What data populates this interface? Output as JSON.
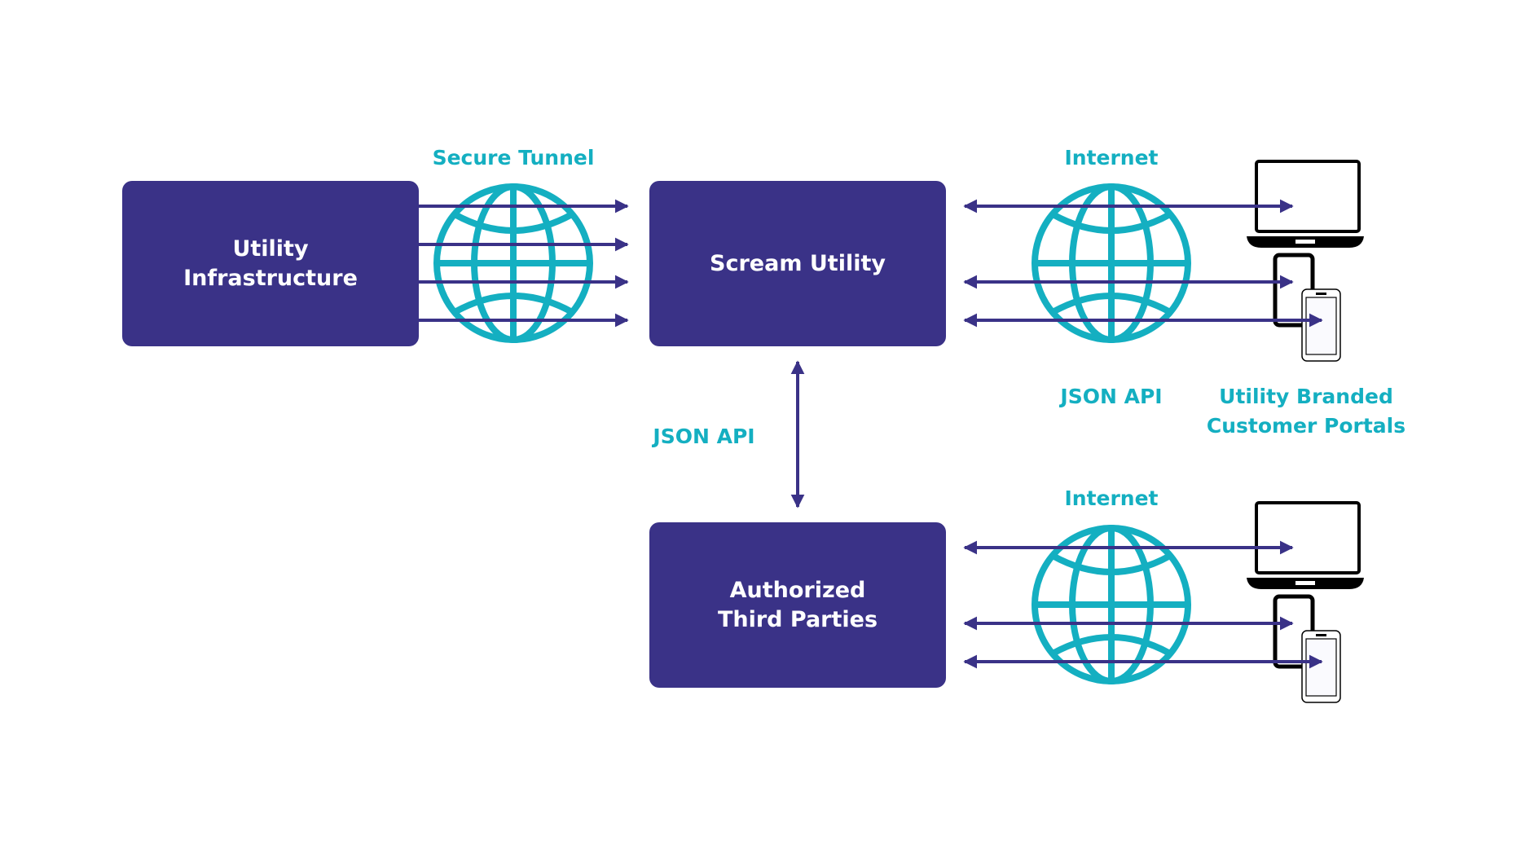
{
  "colors": {
    "primary": "#3A3287",
    "accent": "#14AFC1",
    "device": "#000000"
  },
  "nodes": {
    "utility_infrastructure": {
      "line1": "Utility",
      "line2": "Infrastructure"
    },
    "scream_utility": {
      "line1": "Scream Utility"
    },
    "third_parties": {
      "line1": "Authorized",
      "line2": "Third Parties"
    }
  },
  "labels": {
    "secure_tunnel": "Secure Tunnel",
    "internet_top": "Internet",
    "internet_bottom": "Internet",
    "json_api_right": "JSON API",
    "json_api_vertical": "JSON API",
    "portals_line1": "Utility Branded",
    "portals_line2": "Customer Portals"
  },
  "icons": {
    "globe": "globe-icon",
    "laptop": "laptop-icon",
    "phone": "smartphone-icon"
  }
}
